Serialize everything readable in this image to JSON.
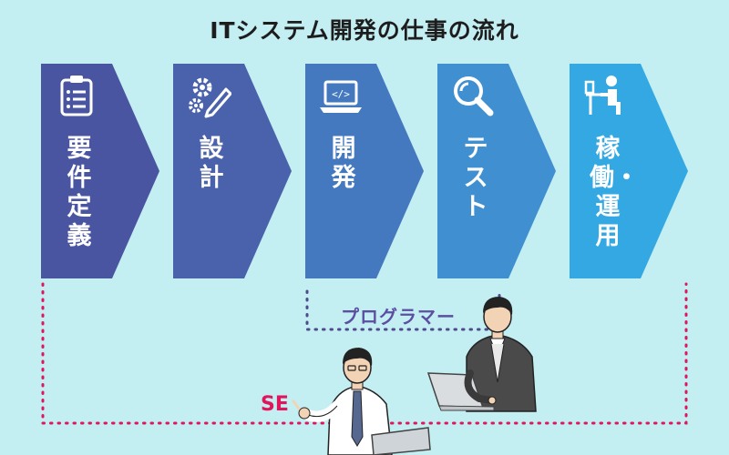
{
  "title": "ITシステム開発の仕事の流れ",
  "steps": [
    {
      "label": "要件定義",
      "icon": "clipboard-icon",
      "color": "#4a55a2"
    },
    {
      "label": "設計",
      "icon": "gears-pencil-icon",
      "color": "#4a62ab"
    },
    {
      "label": "開発",
      "icon": "laptop-code-icon",
      "color": "#4479bf"
    },
    {
      "label": "テスト",
      "icon": "magnifier-icon",
      "color": "#3f8fd1"
    },
    {
      "label": "稼働・運用",
      "icon": "person-at-desk-icon",
      "color": "#33a8e2"
    }
  ],
  "roles": {
    "programmer": {
      "label": "プログラマー",
      "color": "#5c4fa3"
    },
    "se": {
      "label": "SE",
      "color": "#e0165c"
    }
  },
  "colors": {
    "background": "#c3eef2"
  }
}
